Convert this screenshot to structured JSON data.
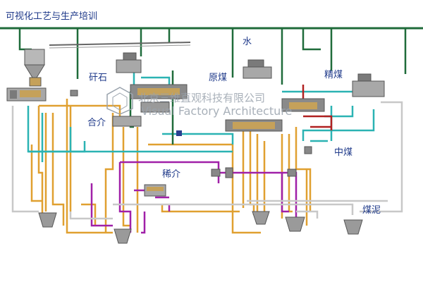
{
  "title": "可视化工艺与生产培训",
  "labels": {
    "water": "水",
    "gangue": "矸石",
    "raw_coal": "原煤",
    "clean_coal": "精煤",
    "middling_product": "合介",
    "middling_coal": "中煤",
    "dilute_medium": "稀介",
    "slime": "煤泥"
  },
  "watermark": {
    "cn": "北京三维直观科技有限公司",
    "en": "Visual Factory Architecture"
  },
  "colors": {
    "water_pipe": "#1f6b3a",
    "heavy_medium_pipe": "#e0a030",
    "dilute_pipe": "#a020a8",
    "circulating_pipe": "#2bb3b3",
    "slime_pipe": "#c8c8c8",
    "return_pipe": "#b02020",
    "label_text": "#1f3a8a"
  }
}
